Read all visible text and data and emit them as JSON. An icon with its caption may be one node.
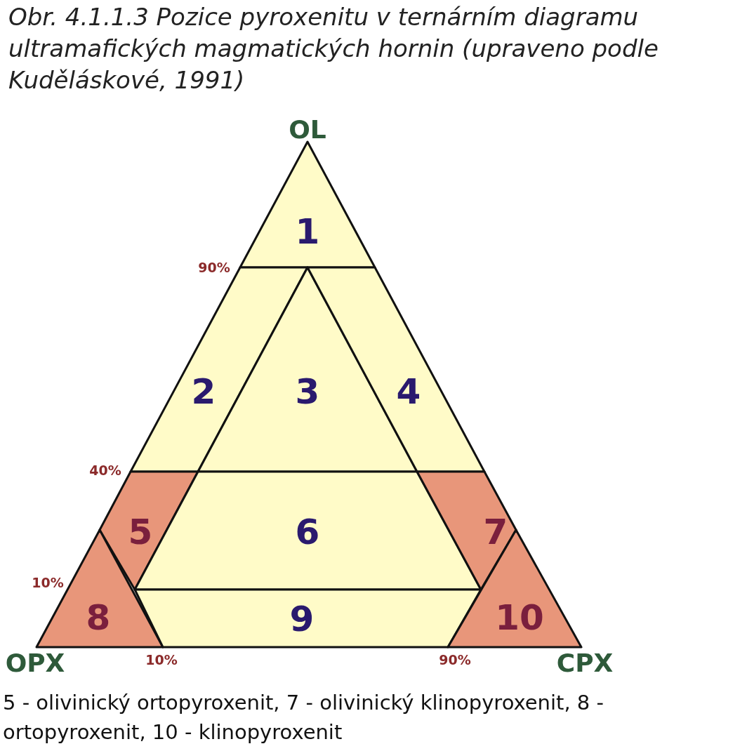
{
  "diagram": {
    "title": "Obr. 4.1.1.3  Pozice pyroxenitu v ternárním diagramu ultramafických magmatických hornin (upraveno podle Kuděláskové, 1991)",
    "caption": "5 - olivinický ortopyroxenit, 7 - olivinický klinopyroxenit, 8 - ortopyroxenit, 10 - klinopyroxenit",
    "nodes": [
      {
        "text": [
          "1"
        ]
      },
      {
        "text": [
          "2"
        ]
      },
      {
        "text": [
          "3"
        ]
      },
      {
        "text": [
          "4"
        ]
      },
      {
        "text": [
          "5"
        ]
      },
      {
        "text": [
          "6"
        ]
      },
      {
        "text": [
          "7"
        ]
      },
      {
        "text": [
          "8"
        ]
      },
      {
        "text": [
          "9"
        ]
      },
      {
        "text": [
          "10"
        ]
      }
    ],
    "labels": [
      "OL",
      "90%",
      "40%",
      "10%",
      "OPX",
      "10%",
      "90%",
      "CPX"
    ]
  }
}
